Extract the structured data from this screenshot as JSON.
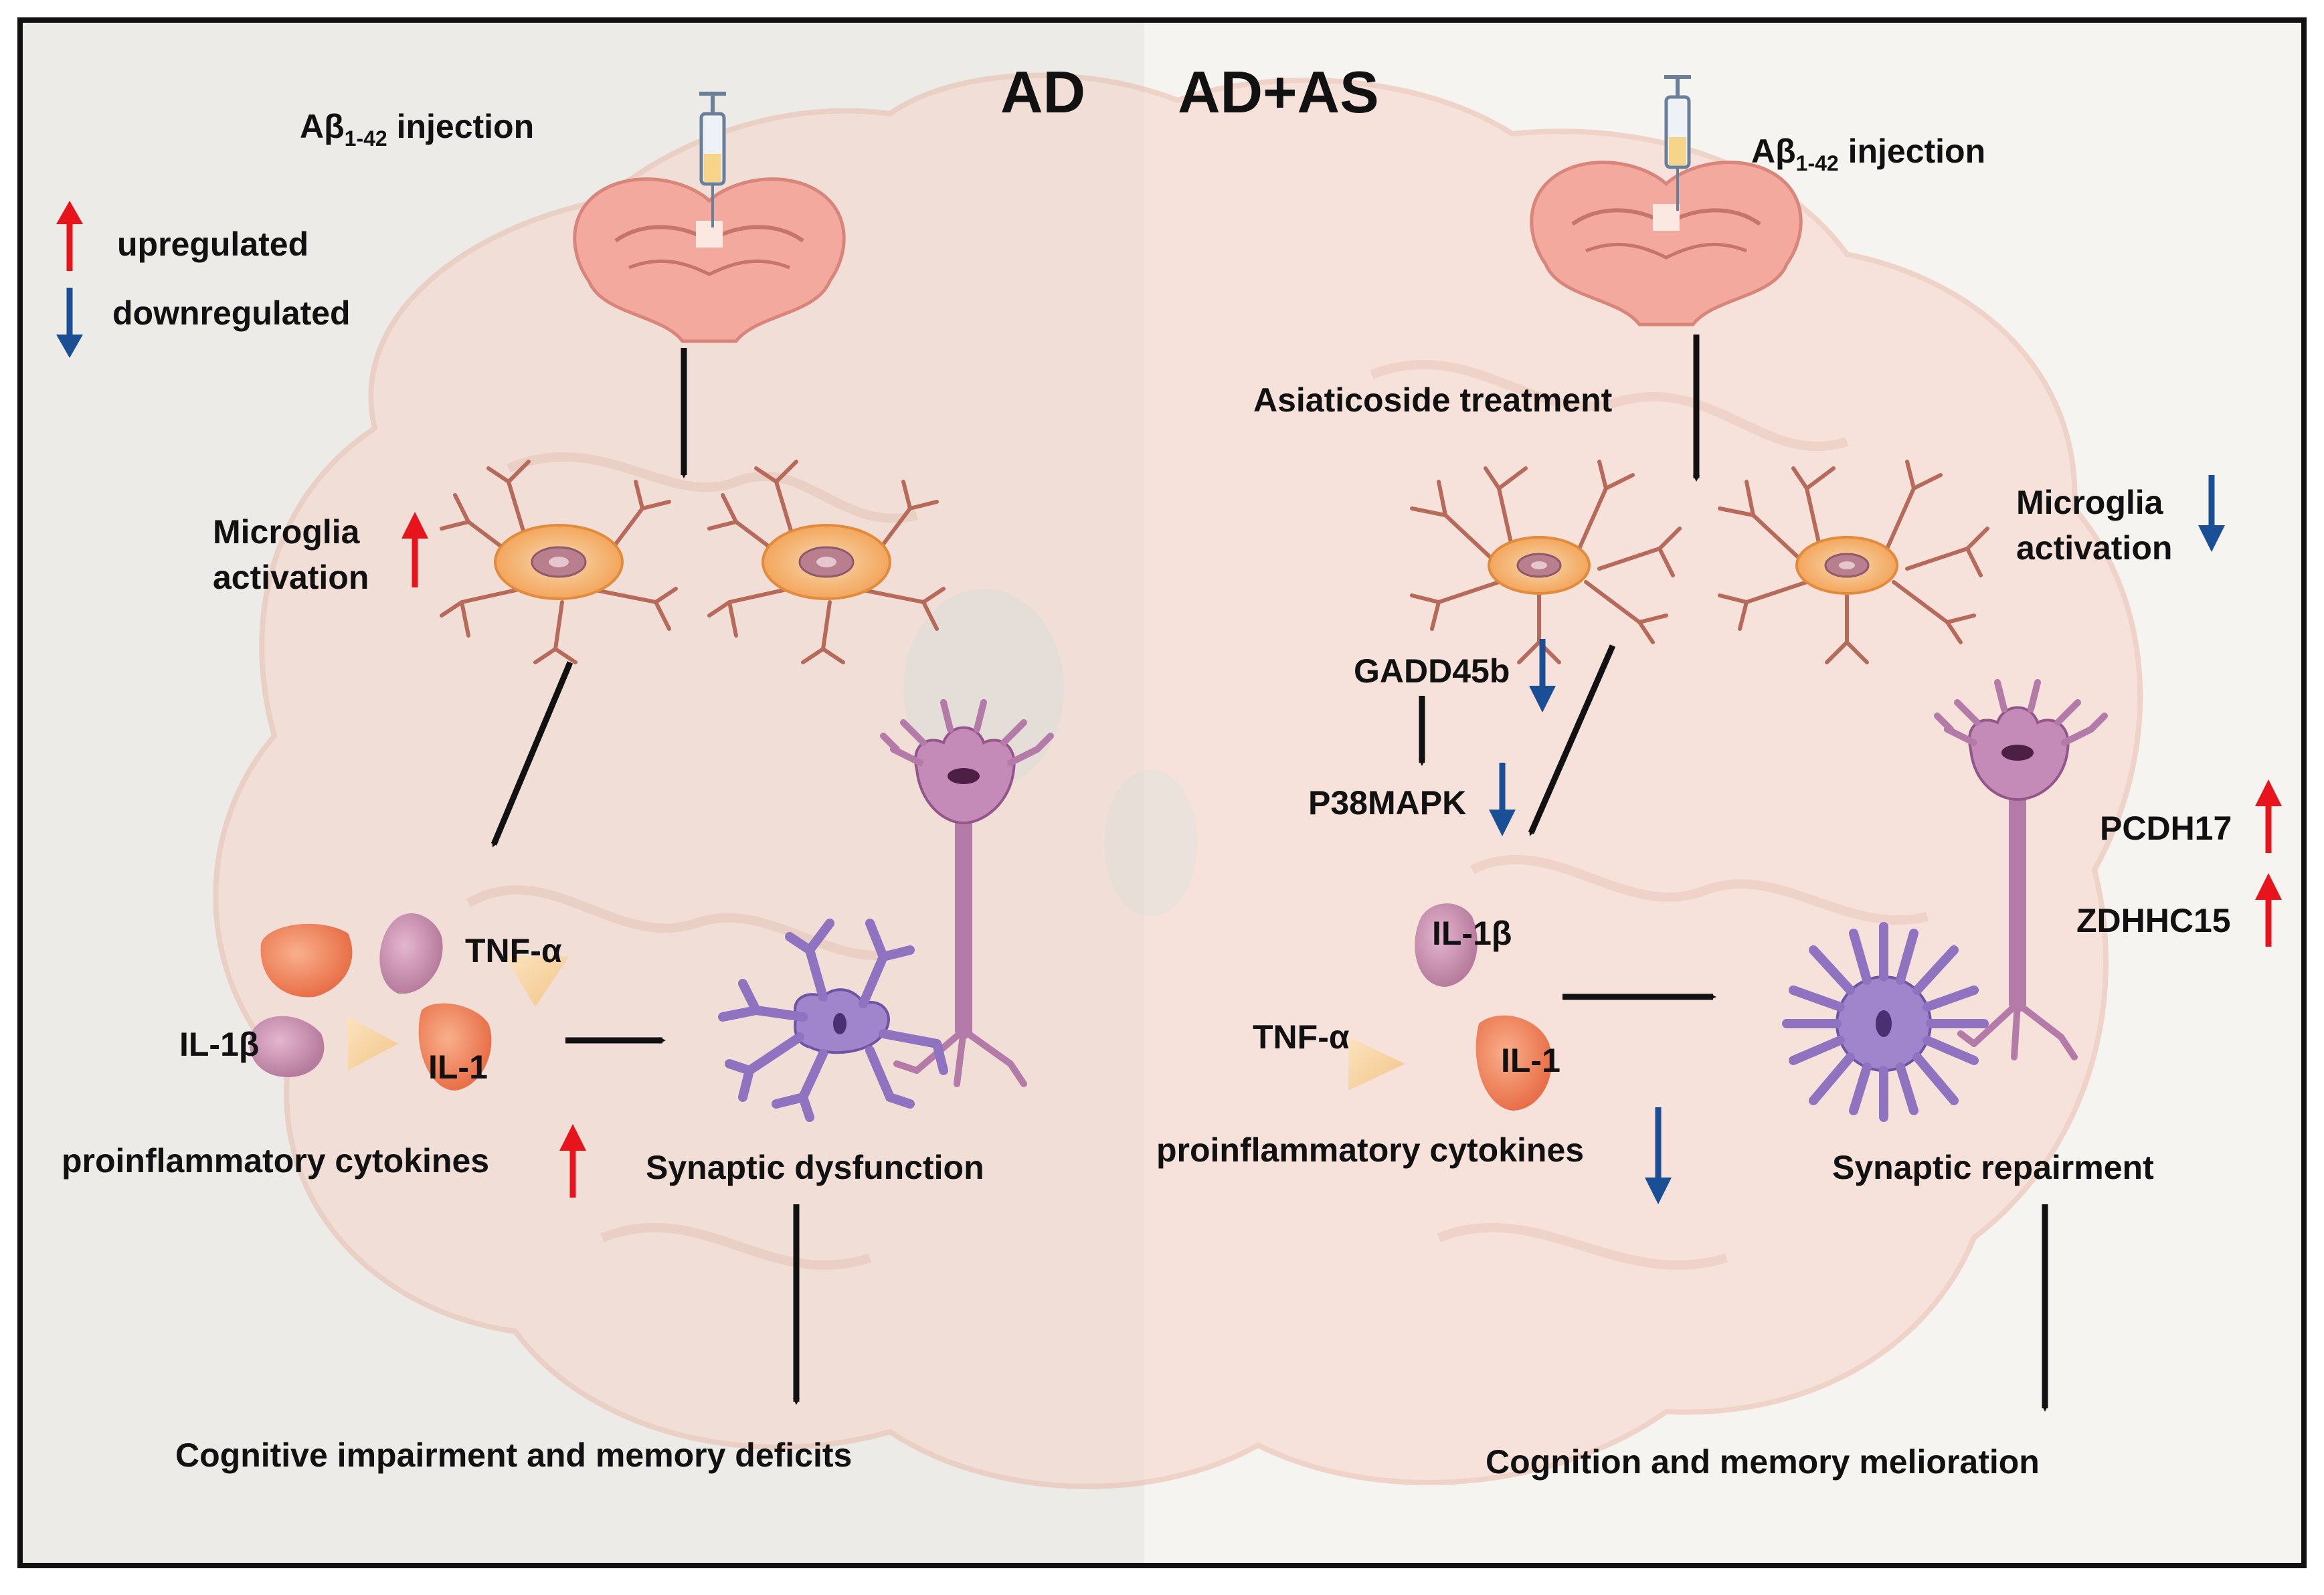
{
  "panels": {
    "left_title": "AD",
    "right_title": "AD+AS"
  },
  "legend": {
    "up_label": "upregulated",
    "down_label": "downregulated"
  },
  "left": {
    "injection_prefix": "Aβ",
    "injection_sub": "1-42",
    "injection_suffix": " injection",
    "microglia_line1": "Microglia",
    "microglia_line2": "activation",
    "cyt_tnf": "TNF-α",
    "cyt_il1b": "IL-1β",
    "cyt_il1": "IL-1",
    "proinflammatory": "proinflammatory cytokines",
    "synaptic": "Synaptic dysfunction",
    "outcome": "Cognitive impairment and memory deficits"
  },
  "right": {
    "injection_prefix": "Aβ",
    "injection_sub": "1-42",
    "injection_suffix": " injection",
    "treatment": "Asiaticoside treatment",
    "microglia_line1": "Microglia",
    "microglia_line2": "activation",
    "gadd": "GADD45b",
    "p38": "P38MAPK",
    "cyt_il1b": "IL-1β",
    "cyt_tnf": "TNF-α",
    "cyt_il1": "IL-1",
    "proinflammatory": "proinflammatory cytokines",
    "pcdh": "PCDH17",
    "zdhhc": "ZDHHC15",
    "synaptic": "Synaptic repairment",
    "outcome": "Cognition and memory melioration"
  },
  "colors": {
    "up": "#e8141b",
    "down": "#1a4f96",
    "left_bg": "#ecebe7",
    "right_bg": "#f6f4f0",
    "brain_watermark": "#f6d5ca"
  }
}
